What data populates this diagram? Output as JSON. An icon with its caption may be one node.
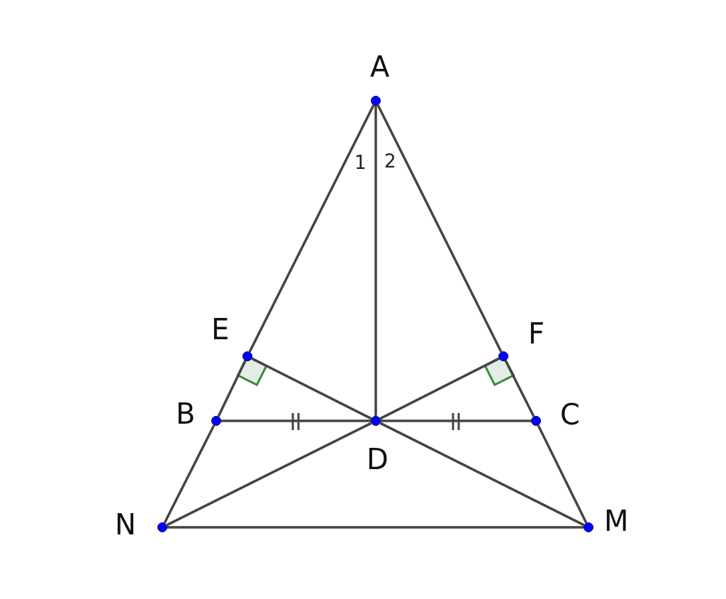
{
  "diagram": {
    "nodes": [
      {
        "text": [
          "A"
        ]
      },
      {
        "text": [
          "E"
        ]
      },
      {
        "text": [
          "F"
        ]
      },
      {
        "text": [
          "B"
        ]
      },
      {
        "text": [
          "C"
        ]
      },
      {
        "text": [
          "D"
        ]
      },
      {
        "text": [
          "N"
        ]
      },
      {
        "text": [
          "M"
        ]
      }
    ],
    "edges": [
      {
        "from": 0,
        "to": 1,
        "arrow": "none"
      },
      {
        "from": 1,
        "to": 3,
        "arrow": "none"
      },
      {
        "from": 3,
        "to": 6,
        "arrow": "none"
      },
      {
        "from": 0,
        "to": 2,
        "arrow": "none"
      },
      {
        "from": 2,
        "to": 4,
        "arrow": "none"
      },
      {
        "from": 4,
        "to": 7,
        "arrow": "none"
      },
      {
        "from": 0,
        "to": 5,
        "arrow": "none"
      },
      {
        "from": 3,
        "to": 5,
        "arrow": "none"
      },
      {
        "from": 5,
        "to": 4,
        "arrow": "none"
      },
      {
        "from": 1,
        "to": 5,
        "arrow": "none"
      },
      {
        "from": 2,
        "to": 5,
        "arrow": "none"
      },
      {
        "from": 6,
        "to": 5,
        "arrow": "none"
      },
      {
        "from": 5,
        "to": 7,
        "arrow": "none"
      },
      {
        "from": 6,
        "to": 7,
        "arrow": "none"
      }
    ],
    "labels": [
      "1",
      "2"
    ]
  }
}
